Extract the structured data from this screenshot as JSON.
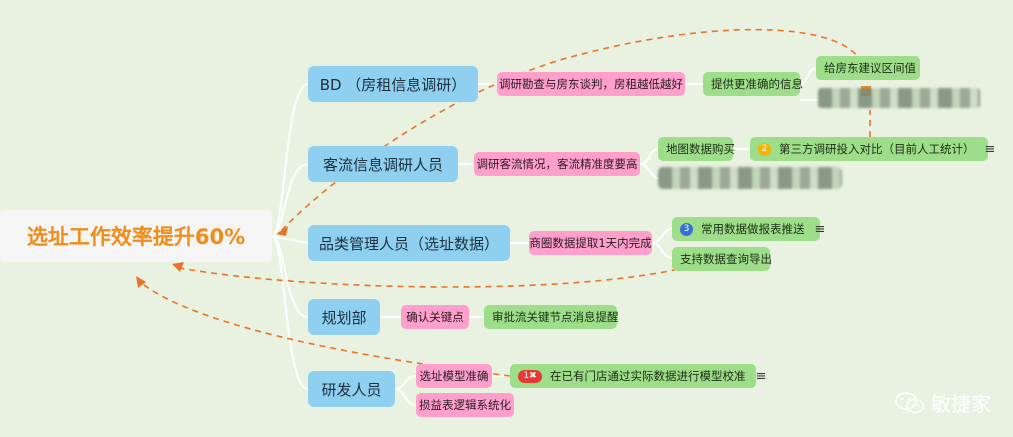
{
  "root": {
    "label": "选址工作效率提升60%"
  },
  "branches": [
    {
      "label": "BD （房租信息调研）",
      "pink": [
        "调研勘查与房东谈判，房租越低越好"
      ],
      "green": [
        "提供更准确的信息",
        "给房东建议区间值"
      ]
    },
    {
      "label": "客流信息调研人员",
      "pink": [
        "调研客流情况，客流精准度要高"
      ],
      "green": [
        "地图数据购买",
        "第三方调研投入对比（目前人工统计）"
      ]
    },
    {
      "label": "品类管理人员（选址数据）",
      "pink": [
        "商圈数据提取1天内完成"
      ],
      "green": [
        "常用数据做报表推送",
        "支持数据查询导出"
      ]
    },
    {
      "label": "规划部",
      "pink": [
        "确认关键点"
      ],
      "green": [
        "审批流关键节点消息提醒"
      ]
    },
    {
      "label": "研发人员",
      "pink": [
        "选址模型准确",
        "损益表逻辑系统化"
      ],
      "green": [
        "在已有门店通过实际数据进行模型校准"
      ]
    }
  ],
  "markers": {
    "m2": "2",
    "m3": "3",
    "m1x": "1✖"
  },
  "note_icon": "notes-icon",
  "watermark": {
    "label": "敏捷家",
    "icon": "wechat-icon"
  },
  "colors": {
    "root_text": "#f08c1a",
    "branch": "#8fd0f0",
    "pink": "#ff9fcc",
    "green": "#9ede8a",
    "dash": "#e8742a",
    "bg": "#e9f1e1"
  }
}
